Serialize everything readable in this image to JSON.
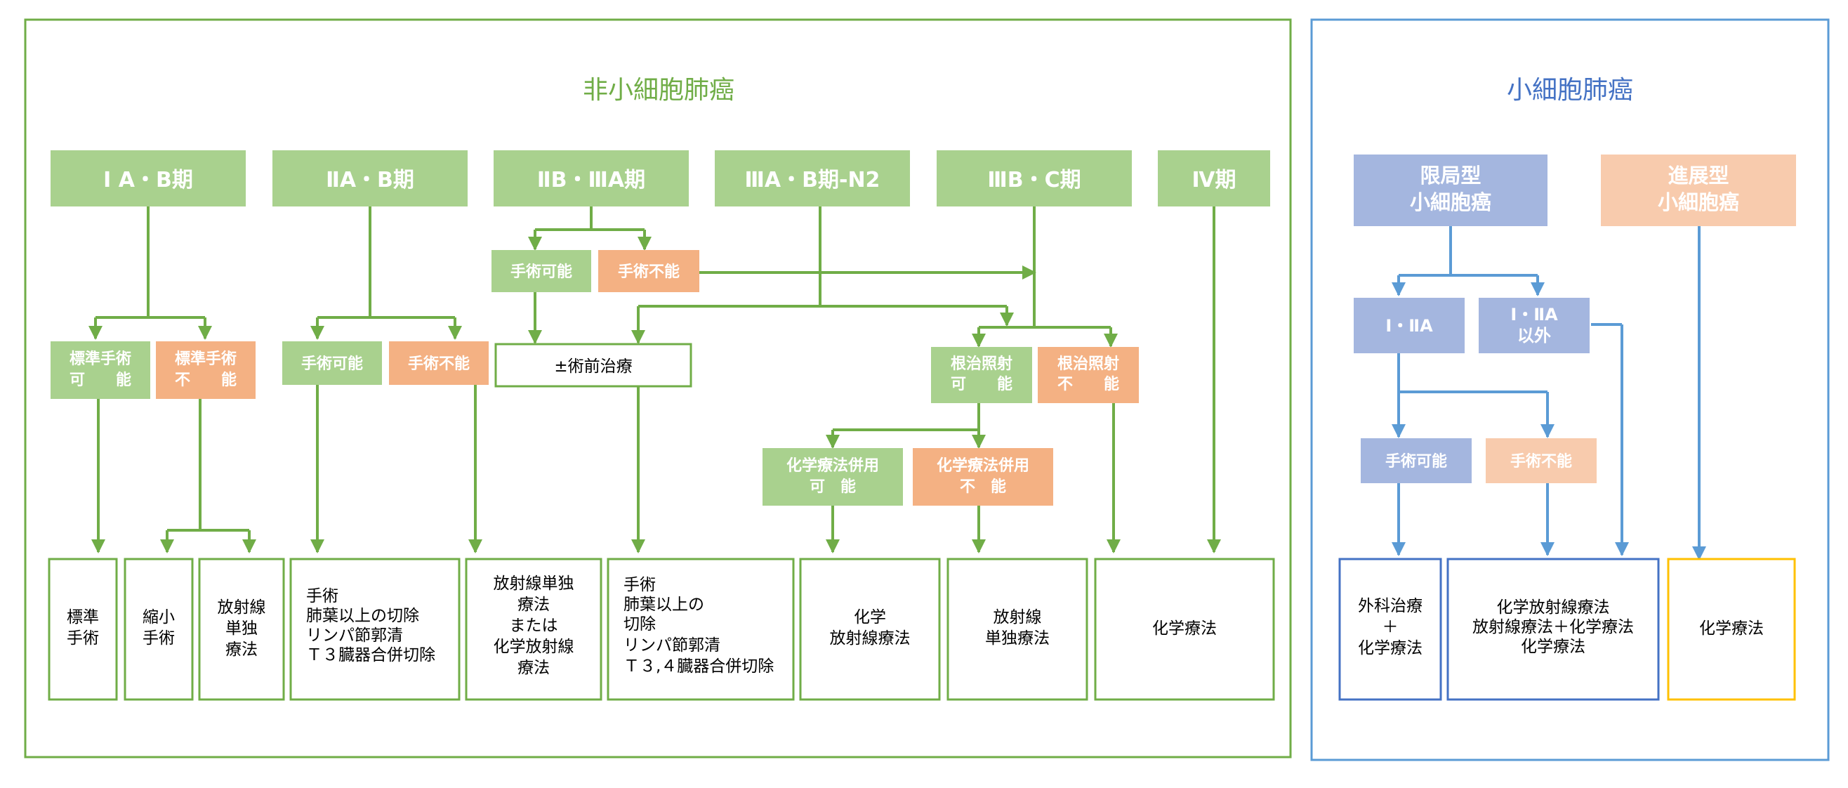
{
  "nsclc": {
    "title": "非小細胞肺癌",
    "stages": [
      "Ⅰ A・B期",
      "ⅡA・B期",
      "ⅡB・ⅢA期",
      "ⅢA・B期-N2",
      "ⅢB・C期",
      "Ⅳ期"
    ],
    "decisions": {
      "std_possible": [
        "標準手術",
        "可　　能"
      ],
      "std_impossible": [
        "標準手術",
        "不　　能"
      ],
      "surgery_possible_2": "手術可能",
      "surgery_impossible_2": "手術不能",
      "surgery_possible_3": "手術可能",
      "surgery_impossible_3": "手術不能",
      "preop": "±術前治療",
      "rad_possible": [
        "根治照射",
        "可　　能"
      ],
      "rad_impossible": [
        "根治照射",
        "不　　能"
      ],
      "chemo_comb_possible": [
        "化学療法併用",
        "可　能"
      ],
      "chemo_comb_impossible": [
        "化学療法併用",
        "不　能"
      ]
    },
    "treatments": {
      "t1": [
        "標準",
        "手術"
      ],
      "t2": [
        "縮小",
        "手術"
      ],
      "t3": [
        "放射線",
        "単独",
        "療法"
      ],
      "t4": [
        "手術",
        "肺葉以上の切除",
        "リンパ節郭清",
        "Ｔ３臓器合併切除"
      ],
      "t5": [
        "放射線単独",
        "療法",
        "または",
        "化学放射線",
        "療法"
      ],
      "t6": [
        "手術",
        "肺葉以上の",
        "切除",
        "リンパ節郭清",
        "Ｔ３,４臓器合併切除"
      ],
      "t7": [
        "化学",
        "放射線療法"
      ],
      "t8": [
        "放射線",
        "単独療法"
      ],
      "t9": [
        "化学療法"
      ]
    }
  },
  "sclc": {
    "title": "小細胞肺癌",
    "limited": [
      "限局型",
      "小細胞癌"
    ],
    "extensive": [
      "進展型",
      "小細胞癌"
    ],
    "stage_i_iia": "Ⅰ・ⅡA",
    "stage_other": [
      "Ⅰ・ⅡA",
      "以外"
    ],
    "surgery_possible": "手術可能",
    "surgery_impossible": "手術不能",
    "treatments": {
      "s1": [
        "外科治療",
        "＋",
        "化学療法"
      ],
      "s2": [
        "化学放射線療法",
        "放射線療法＋化学療法",
        "化学療法"
      ],
      "s3": [
        "化学療法"
      ]
    }
  },
  "colors": {
    "green_border": "#70ad47",
    "green_fill": "#a9d18e",
    "orange_fill": "#f4b183",
    "blue_border": "#4472c4",
    "blue_fill": "#8faadc",
    "light_orange_fill": "#f8cbad",
    "gold_border": "#ffc000",
    "green_title": "#70ad47",
    "blue_title": "#4472c4"
  }
}
